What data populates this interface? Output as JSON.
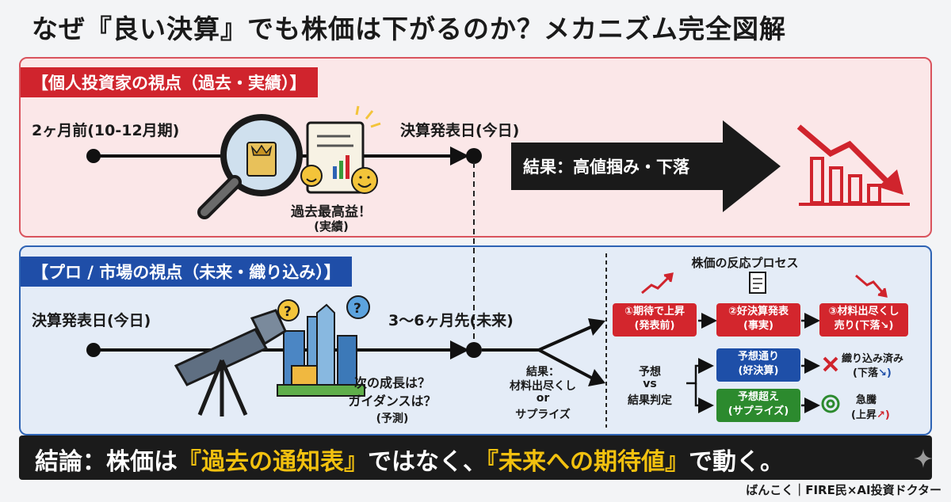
{
  "title": "なぜ『良い決算』でも株価は下がるのか？メカニズム完全図解",
  "panel_individual": {
    "title": "【個人投資家の視点（過去・実績）】",
    "start_label": "2ヶ月前(10-12月期)",
    "end_label": "決算発表日(今日)",
    "caption_line1": "過去最高益！",
    "caption_line2": "(実績)",
    "result": "結果：高値掴み・下落"
  },
  "panel_pro": {
    "title": "【プロ / 市場の視点（未来・織り込み）】",
    "start_label": "決算発表日(今日)",
    "end_label": "3〜6ヶ月先(未来)",
    "question_line1": "次の成長は？",
    "question_line2": "ガイダンスは？",
    "question_line3": "(予測)",
    "result_line1": "結果：",
    "result_line2": "材料出尽くし",
    "result_line3": "or",
    "result_line4": "サプライズ",
    "process": {
      "title": "株価の反応プロセス",
      "step1_line1": "①期待で上昇",
      "step1_line2": "(発表前)",
      "step2_line1": "②好決算発表",
      "step2_line2": "(事実)",
      "step3_line1": "③材料出尽くし",
      "step3_line2": "売り(下落",
      "judge_line1": "予想",
      "judge_line2": "vs",
      "judge_line3": "結果判定",
      "branch1_line1": "予想通り",
      "branch1_line2": "(好決算)",
      "branch2_line1": "予想超え",
      "branch2_line2": "(サプライズ)",
      "out1_line1": "織り込み済み",
      "out1_line2": "(下落",
      "out2_line1": "急騰",
      "out2_line2": "(上昇"
    }
  },
  "conclusion": {
    "prefix": "結論：株価は",
    "highlight1": "『過去の通知表』",
    "middle": "ではなく、",
    "highlight2": "『未来への期待値』",
    "suffix": "で動く。"
  },
  "footer": "ばんこく｜FIRE民×AI投資ドクター",
  "colors": {
    "red": "#d3262d",
    "blue": "#1e4fa8",
    "green": "#2c8a2e",
    "highlight": "#f2c10f"
  }
}
